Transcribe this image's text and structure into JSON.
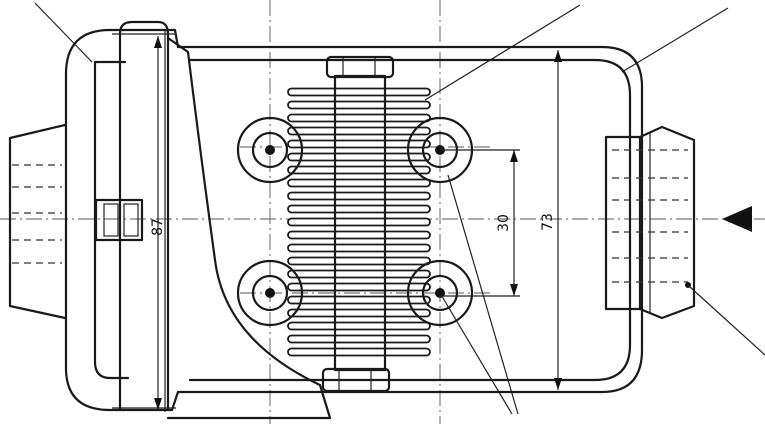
{
  "drawing": {
    "dimensions": {
      "height_outer": "87",
      "height_inner": "73",
      "spacing": "30"
    },
    "colors": {
      "ink": "#1a1a1a",
      "paper": "#ffffff"
    }
  }
}
